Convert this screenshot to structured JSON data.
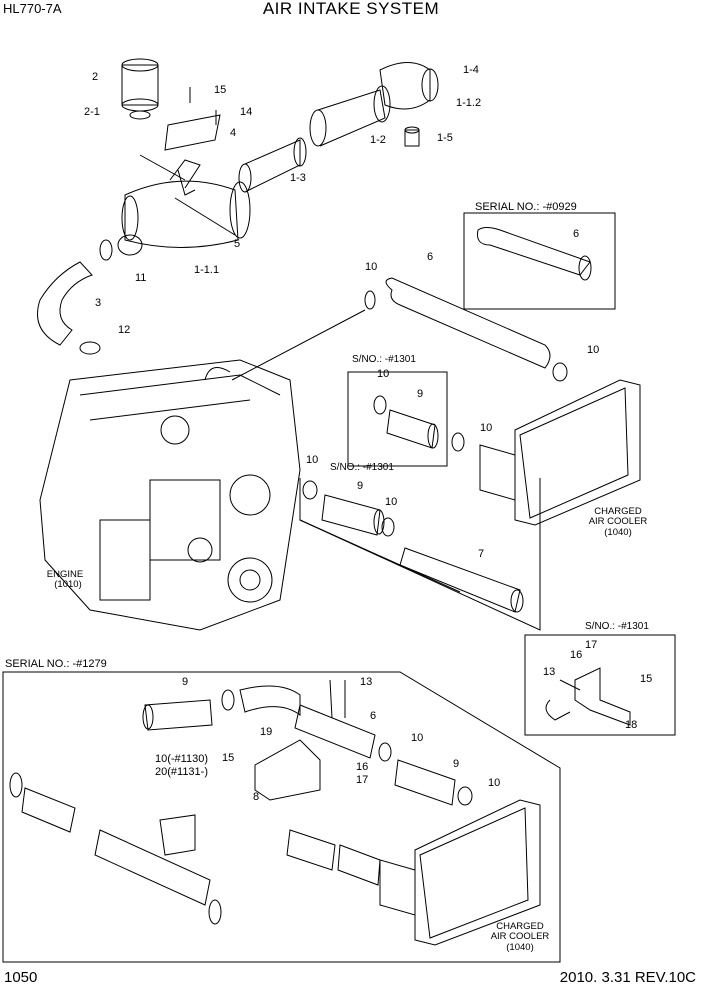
{
  "header": {
    "model": "HL770-7A",
    "title": "AIR INTAKE SYSTEM"
  },
  "footer": {
    "page_number": "1050",
    "revision": "2010. 3.31  REV.10C"
  },
  "boxes": {
    "serial_top": "SERIAL NO.: -#0929",
    "sno_mid1": "S/NO.: -#1301",
    "sno_mid2": "S/NO.: -#1301",
    "sno_right": "S/NO.: -#1301",
    "serial_bottom": "SERIAL NO.: -#1279"
  },
  "components": {
    "engine": "ENGINE",
    "engine_ref": "(1010)",
    "cooler": "CHARGED\nAIR COOLER\n(1040)"
  },
  "callouts": {
    "c2": "2",
    "c2_1": "2-1",
    "c15": "15",
    "c14": "14",
    "c4": "4",
    "c1_4": "1-4",
    "c1_1_2": "1-1.2",
    "c1_5": "1-5",
    "c1_2": "1-2",
    "c1_3": "1-3",
    "c5": "5",
    "c1_1_1": "1-1.1",
    "c11": "11",
    "c3": "3",
    "c12": "12",
    "c10_a": "10",
    "c6_a": "6",
    "c6_b": "6",
    "c10_b": "10",
    "c10_c": "10",
    "c9_a": "9",
    "c10_d": "10",
    "c10_e": "10",
    "c9_b": "9",
    "c10_f": "10",
    "c7": "7",
    "c17_a": "17",
    "c16_a": "16",
    "c15_b": "15",
    "c13_a": "13",
    "c18": "18",
    "c9_c": "9",
    "c13_b": "13",
    "c6_c": "6",
    "c19": "19",
    "c10_130": "10(-#1130)",
    "c20_131": "20(#1131-)",
    "c15_c": "15",
    "c8": "8",
    "c16_b": "16",
    "c17_b": "17",
    "c10_g": "10",
    "c9_d": "9",
    "c10_h": "10"
  }
}
